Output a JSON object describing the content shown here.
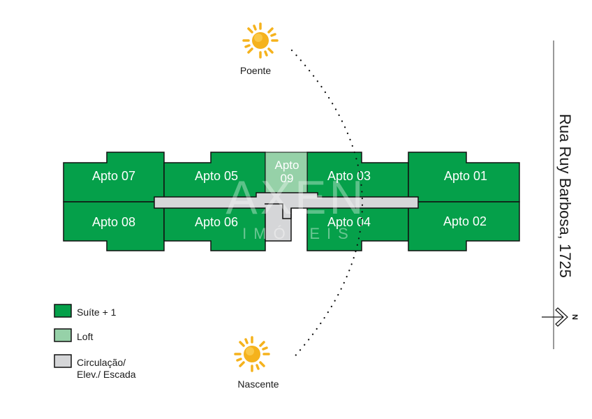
{
  "colors": {
    "suite": "#05a04a",
    "loft": "#96d1a8",
    "circulation": "#d5d6d8",
    "outline": "#111111",
    "sun": "#f5b21c"
  },
  "sun_positions": {
    "sunset_label": "Poente",
    "sunrise_label": "Nascente"
  },
  "apartments": [
    {
      "id": "apto-01",
      "label": "Apto 01",
      "type": "suite"
    },
    {
      "id": "apto-02",
      "label": "Apto 02",
      "type": "suite"
    },
    {
      "id": "apto-03",
      "label": "Apto 03",
      "type": "suite"
    },
    {
      "id": "apto-04",
      "label": "Apto 04",
      "type": "suite"
    },
    {
      "id": "apto-05",
      "label": "Apto 05",
      "type": "suite"
    },
    {
      "id": "apto-06",
      "label": "Apto 06",
      "type": "suite"
    },
    {
      "id": "apto-07",
      "label": "Apto 07",
      "type": "suite"
    },
    {
      "id": "apto-08",
      "label": "Apto 08",
      "type": "suite"
    },
    {
      "id": "apto-09",
      "label_line1": "Apto",
      "label_line2": "09",
      "type": "loft"
    }
  ],
  "legend": [
    {
      "key": "suite",
      "label": "Suíte + 1"
    },
    {
      "key": "loft",
      "label": "Loft"
    },
    {
      "key": "circulation",
      "label_line1": "Circulação/",
      "label_line2": "Elev./ Escada"
    }
  ],
  "street": {
    "label": "Rua Ruy Barbosa, 1725",
    "north_label": "N"
  },
  "watermark": {
    "brand": "AXEN",
    "sub": "IMÓVEIS"
  }
}
